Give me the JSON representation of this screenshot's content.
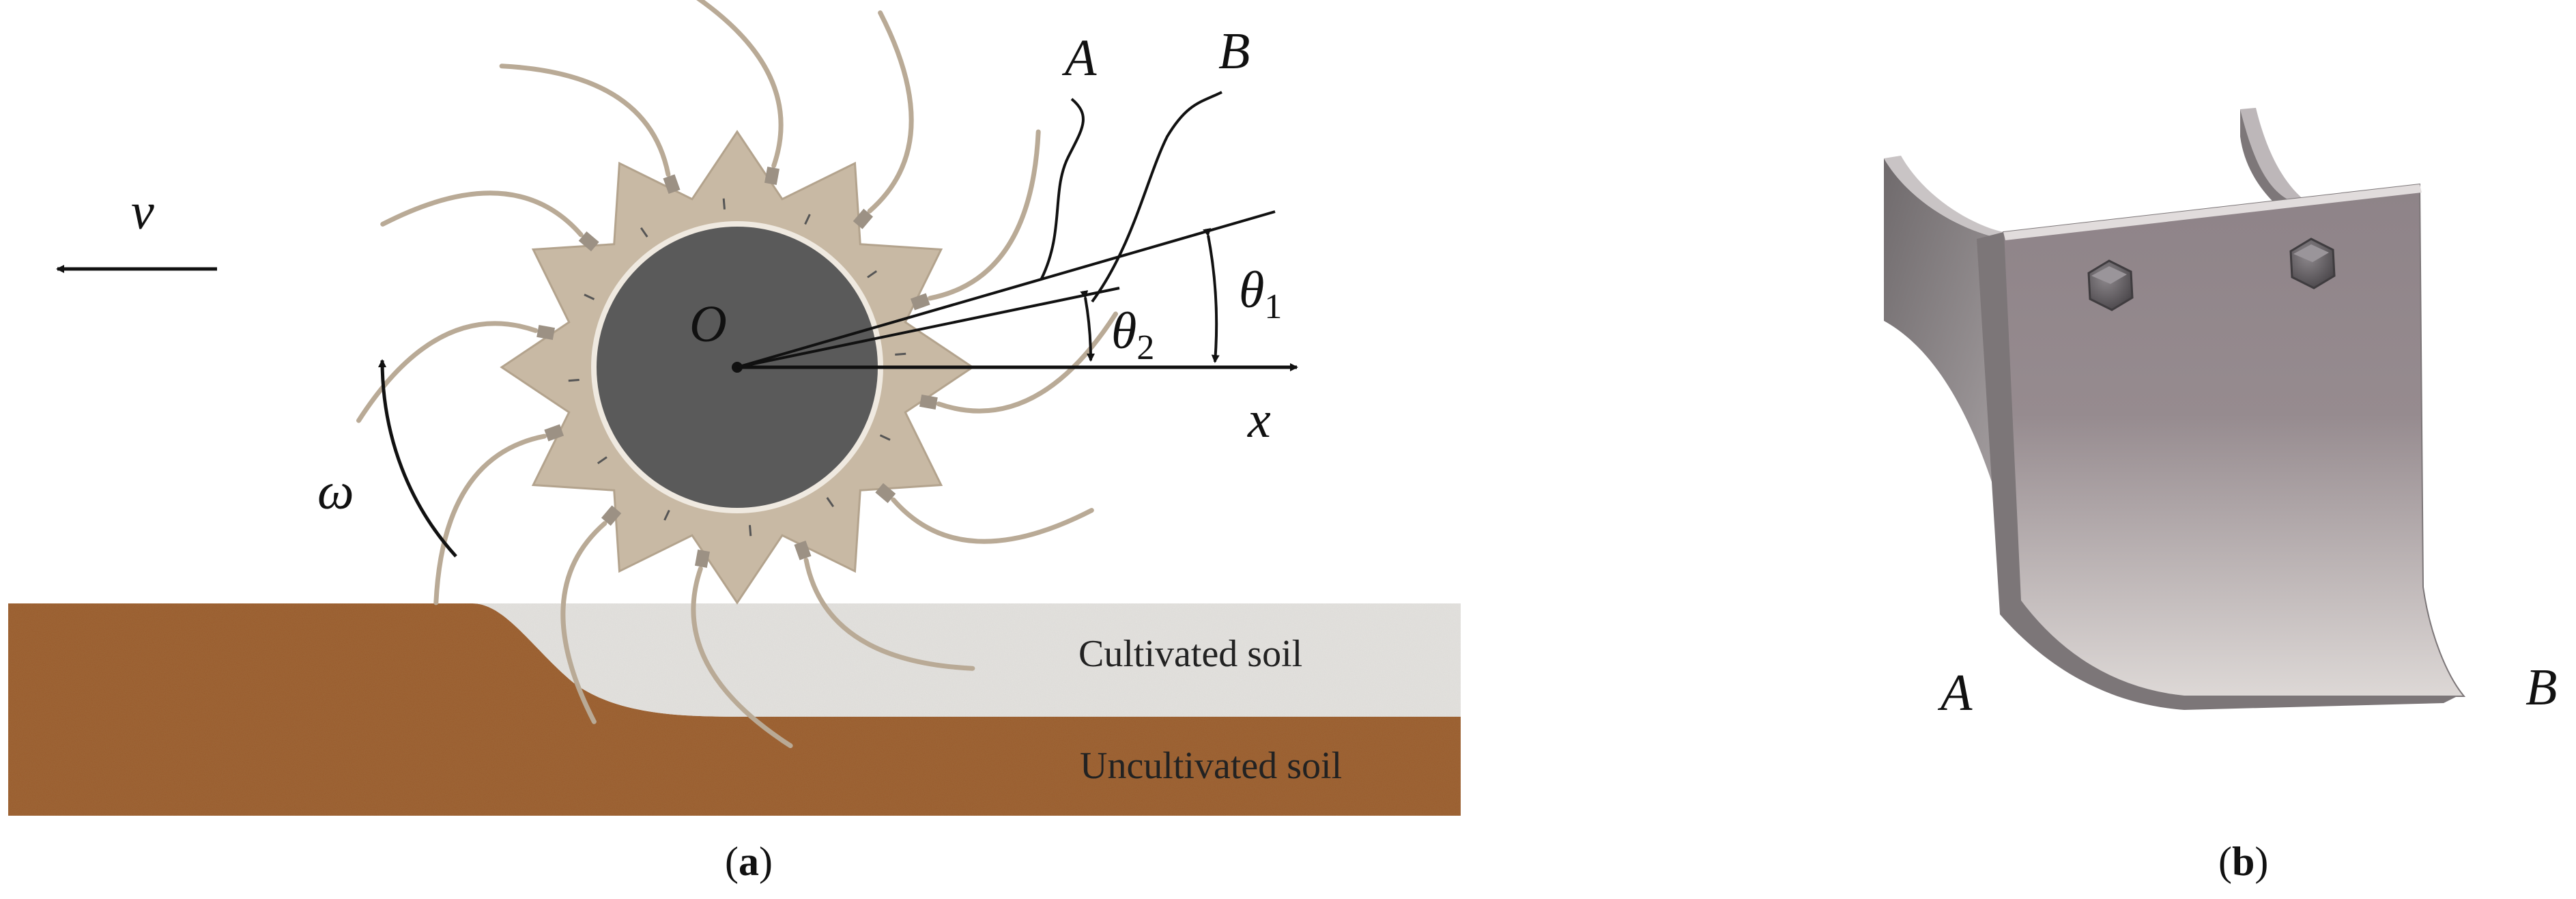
{
  "figure": {
    "panel_a": {
      "velocity_label": "v",
      "omega_label": "ω",
      "center_label": "O",
      "curve_a_label": "A",
      "curve_b_label": "B",
      "theta1_main": "θ",
      "theta1_sub": "1",
      "theta2_main": "θ",
      "theta2_sub": "2",
      "x_axis_label": "x",
      "cultivated_label": "Cultivated soil",
      "uncultivated_label": "Uncultivated soil",
      "caption_open": "(",
      "caption_letter": "a",
      "caption_close": ")"
    },
    "panel_b": {
      "edge_a_label": "A",
      "edge_b_label": "B",
      "caption_open": "(",
      "caption_letter": "b",
      "caption_close": ")"
    }
  },
  "colors": {
    "uncultivated_soil": "#9a5a2c",
    "cultivated_soil": "#e6e4e0",
    "rotor_plate": "#c8b9a4",
    "rotor_disc": "#5a5a5a",
    "blade_face": "#9c8f93",
    "blade_side": "#7f7a7c"
  }
}
